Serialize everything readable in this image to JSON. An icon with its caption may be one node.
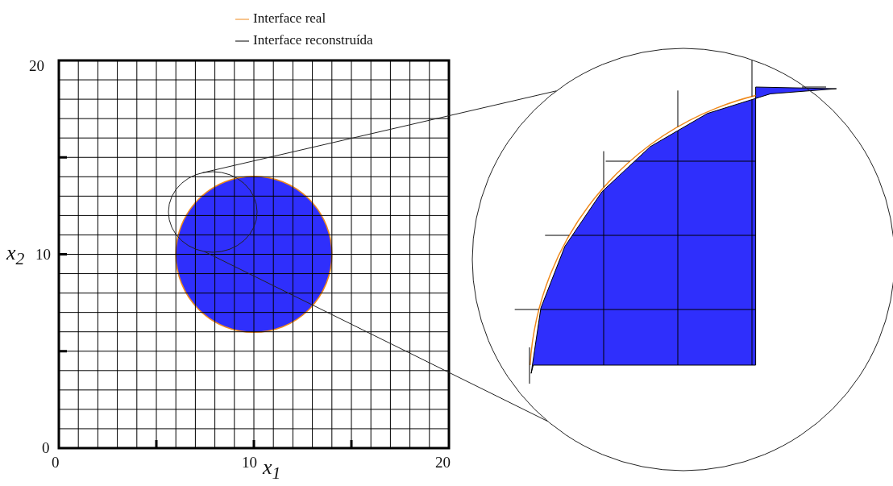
{
  "diagram": {
    "nodes": [
      {
        "text": [],
        "shape": "circle"
      },
      {
        "text": [],
        "shape": "circle"
      }
    ],
    "edges": [
      {
        "from": 0,
        "to": 1,
        "arrow": "none"
      },
      {
        "from": 0,
        "to": 1,
        "arrow": "none"
      }
    ],
    "labels": [
      "20",
      "x$_{2}$",
      "10",
      "0",
      "0",
      "10",
      "20",
      "x$_{1}$"
    ],
    "legend": [
      {
        "text": "Interface real"
      },
      {
        "text": "Interface reconstruída"
      }
    ]
  }
}
